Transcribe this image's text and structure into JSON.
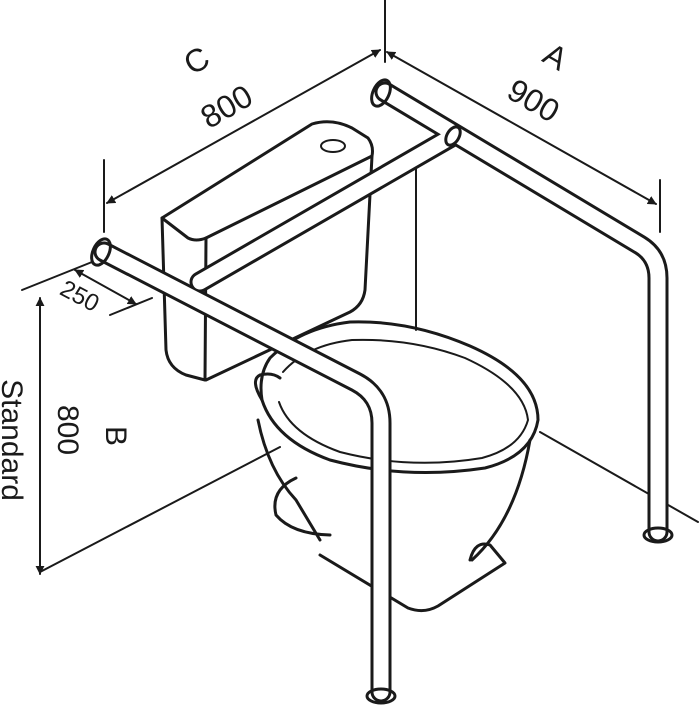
{
  "dimensions": {
    "a": {
      "letter": "A",
      "value": "900"
    },
    "c": {
      "letter": "C",
      "value": "800"
    },
    "b": {
      "letter": "B",
      "value": "800",
      "note": "Standard"
    },
    "offset": {
      "value": "250"
    }
  },
  "colors": {
    "line": "#1a1a1a",
    "background": "#ffffff"
  }
}
